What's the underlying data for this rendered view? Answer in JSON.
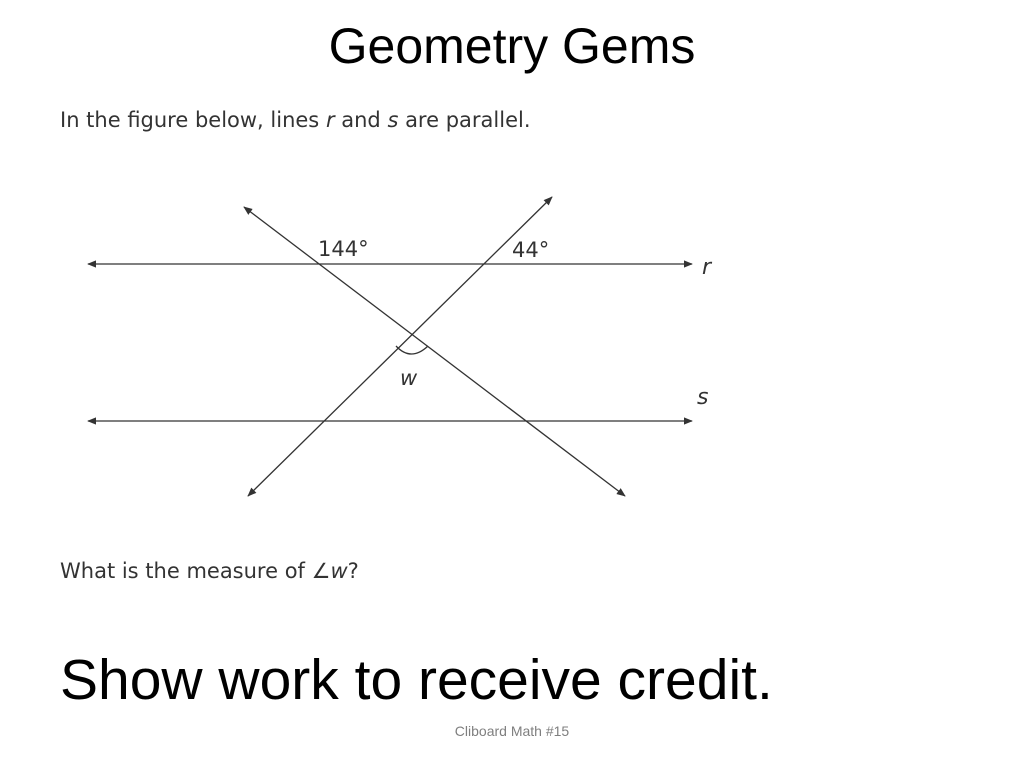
{
  "slide": {
    "title": "Geometry Gems",
    "question": {
      "before_r": "In the figure below, lines ",
      "r": "r",
      "between": " and ",
      "s": "s",
      "after_s": " are parallel."
    },
    "prompt": {
      "before": "What is the measure of ",
      "angle_symbol": "∠",
      "variable": "w",
      "after": "?"
    },
    "instruction": "Show work to receive credit.",
    "footer": "Cliboard Math #15"
  },
  "figure": {
    "angle_label_left": "144°",
    "angle_label_right": "44°",
    "line_label_r": "r",
    "line_label_s": "s",
    "angle_label_w": "w",
    "colors": {
      "lines": "#333333"
    }
  }
}
